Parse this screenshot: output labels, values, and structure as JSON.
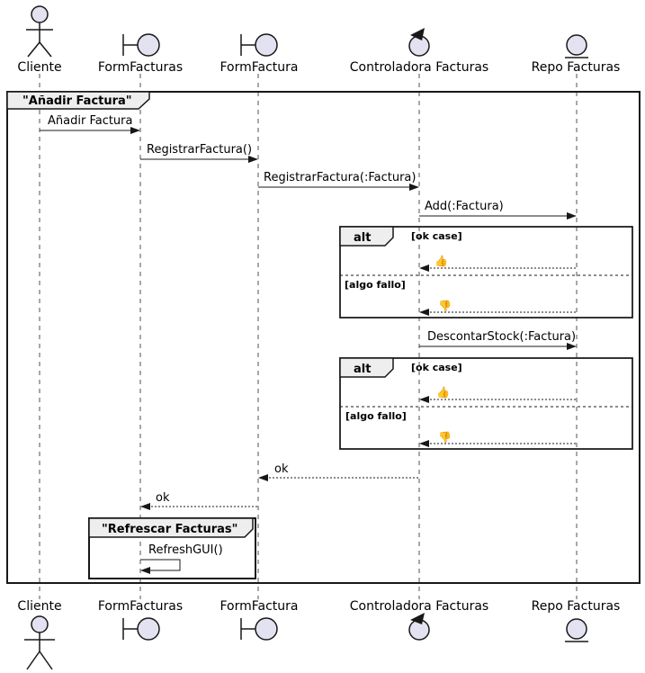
{
  "diagram_type": "uml-sequence",
  "frame": {
    "title": "\"Añadir Factura\""
  },
  "inner_frame": {
    "title": "\"Refrescar Facturas\""
  },
  "participants": [
    {
      "label": "Cliente",
      "kind": "actor"
    },
    {
      "label": "FormFacturas",
      "kind": "boundary"
    },
    {
      "label": "FormFactura",
      "kind": "boundary"
    },
    {
      "label": "Controladora Facturas",
      "kind": "control"
    },
    {
      "label": "Repo Facturas",
      "kind": "entity"
    }
  ],
  "messages": [
    {
      "label": "Añadir Factura",
      "from": "Cliente",
      "to": "FormFacturas",
      "kind": "sync"
    },
    {
      "label": "RegistrarFactura()",
      "from": "FormFacturas",
      "to": "FormFactura",
      "kind": "sync"
    },
    {
      "label": "RegistrarFactura(:Factura)",
      "from": "FormFactura",
      "to": "Controladora Facturas",
      "kind": "sync"
    },
    {
      "label": "Add(:Factura)",
      "from": "Controladora Facturas",
      "to": "Repo Facturas",
      "kind": "sync"
    },
    {
      "label": "👍",
      "from": "Repo Facturas",
      "to": "Controladora Facturas",
      "kind": "reply"
    },
    {
      "label": "👎",
      "from": "Repo Facturas",
      "to": "Controladora Facturas",
      "kind": "reply"
    },
    {
      "label": "DescontarStock(:Factura)",
      "from": "Controladora Facturas",
      "to": "Repo Facturas",
      "kind": "sync"
    },
    {
      "label": "👍",
      "from": "Repo Facturas",
      "to": "Controladora Facturas",
      "kind": "reply"
    },
    {
      "label": "👎",
      "from": "Repo Facturas",
      "to": "Controladora Facturas",
      "kind": "reply"
    },
    {
      "label": "ok",
      "from": "Controladora Facturas",
      "to": "FormFactura",
      "kind": "reply"
    },
    {
      "label": "ok",
      "from": "FormFactura",
      "to": "FormFacturas",
      "kind": "reply"
    },
    {
      "label": "RefreshGUI()",
      "from": "FormFacturas",
      "to": "FormFacturas",
      "kind": "self"
    }
  ],
  "fragments": [
    {
      "operator": "alt",
      "guards": [
        "[ok case]",
        "[algo fallo]"
      ]
    },
    {
      "operator": "alt",
      "guards": [
        "[ok case]",
        "[algo fallo]"
      ]
    }
  ],
  "colors": {
    "background": "#FFFFFF",
    "line": "#181818",
    "icon_fill": "#E2E2F0",
    "frame_label_bg": "#EEEEEE",
    "text": "#000000"
  }
}
